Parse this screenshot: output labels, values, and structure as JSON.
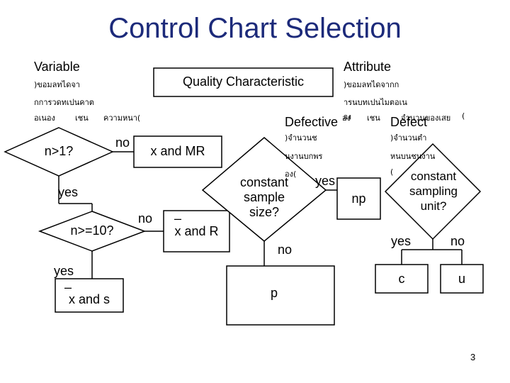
{
  "title": "Control Chart Selection",
  "page_number": "3",
  "left": {
    "header": "Variable",
    "desc_1": ")ขอมลทไดจา",
    "desc_2": "กการวดทเปนคาต",
    "desc_3a": "อเนอง",
    "desc_3b": "เชน",
    "desc_3c": "ความหนา(",
    "q1": "n>1?",
    "q1_no": "no",
    "q1_yes": "yes",
    "chart_mr": "x and MR",
    "q2": "n>=10?",
    "q2_no": "no",
    "q2_yes": "yes",
    "chart_r_bar": "–",
    "chart_r": "x and R",
    "chart_s_bar": "–",
    "chart_s": "x and s"
  },
  "center": {
    "quality": "Quality Characteristic"
  },
  "right": {
    "header": "Attribute",
    "desc_1": ")ขอมลทไดจากก",
    "desc_2": "ารนบทเปนไมตอเน",
    "desc_3a": "อง",
    "desc_3b": "เชน",
    "desc_3c": "จำนวนของเสย",
    "desc_3d": "(",
    "defective": "Defective",
    "defective_sup": "อง",
    "defective_note_1": ")จำนวนช",
    "defective_note_2": "นงานบกพร",
    "defective_note_3": "อง(",
    "defect": "Defect",
    "defect_note_1": ")จำนวนตำ",
    "defect_note_2": "หนบนชนงาน",
    "defect_note_3": "(",
    "q3": [
      "constant",
      "sample",
      "size?"
    ],
    "q3_yes": "yes",
    "q3_no": "no",
    "chart_np": "np",
    "chart_p": "p",
    "q4": [
      "constant",
      "sampling",
      "unit?"
    ],
    "q4_yes": "yes",
    "q4_no": "no",
    "chart_c": "c",
    "chart_u": "u"
  }
}
